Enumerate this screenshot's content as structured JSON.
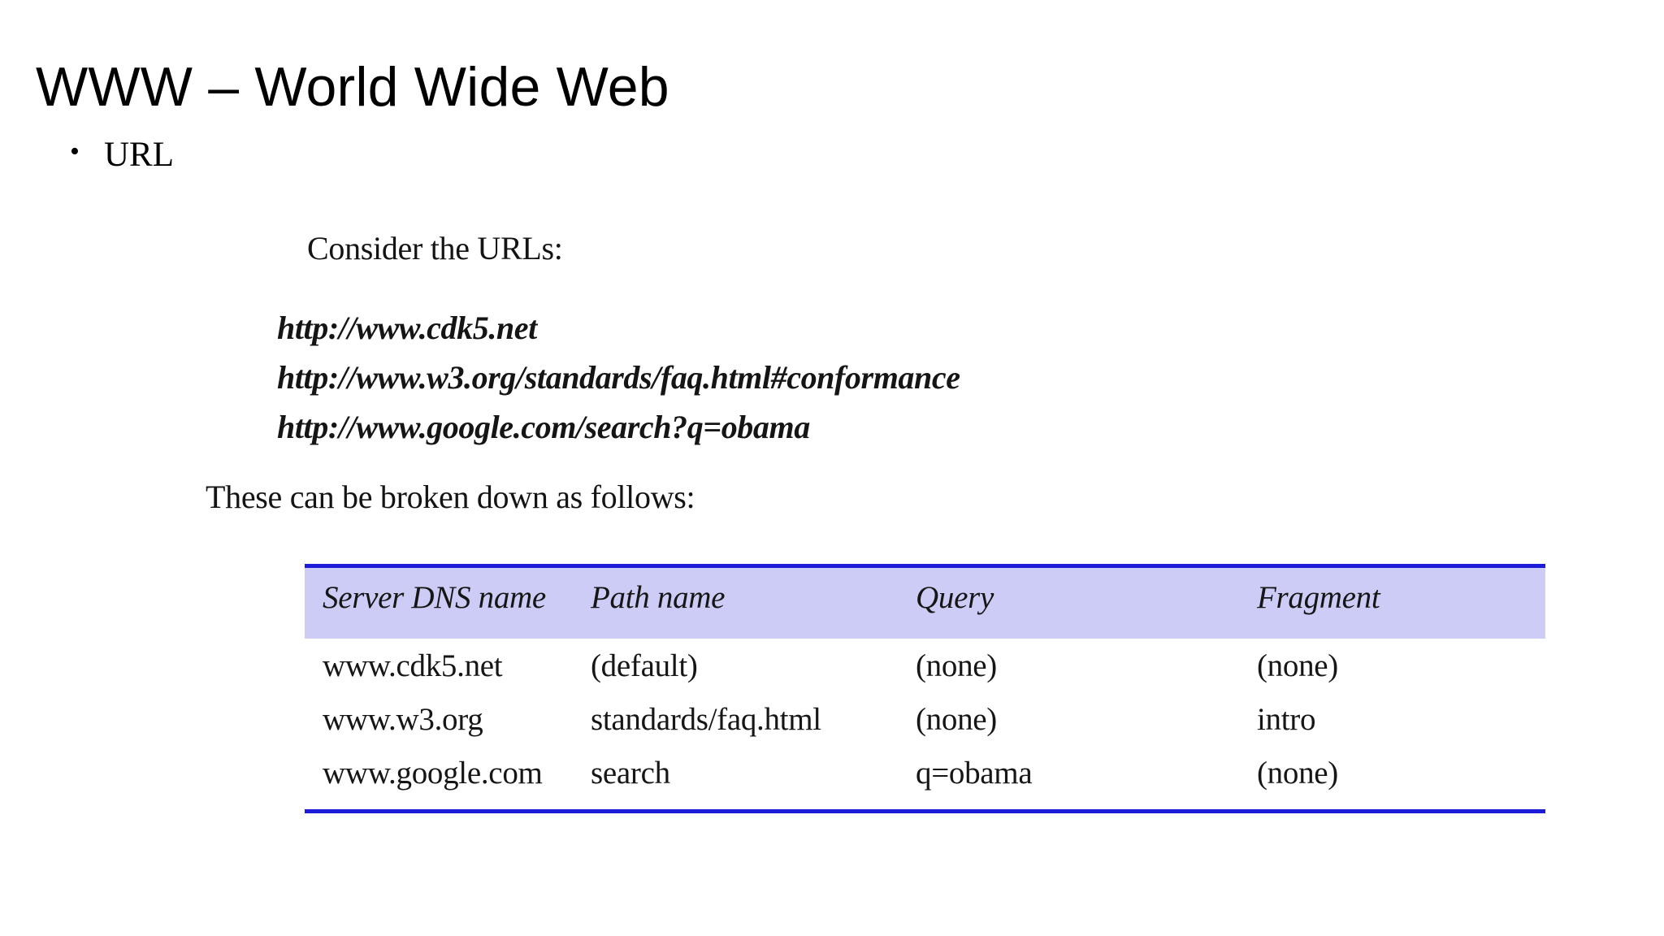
{
  "slide": {
    "title": "WWW – World Wide Web",
    "bullets": [
      {
        "label": "URL"
      }
    ]
  },
  "figure": {
    "intro": "Consider the URLs:",
    "urls": [
      "http://www.cdk5.net",
      "http://www.w3.org/standards/faq.html#conformance",
      "http://www.google.com/search?q=obama"
    ],
    "note": "These can be broken down as follows:",
    "table": {
      "headers": [
        "Server DNS name",
        "Path name",
        "Query",
        "Fragment"
      ],
      "rows": [
        [
          "www.cdk5.net",
          "(default)",
          "(none)",
          "(none)"
        ],
        [
          "www.w3.org",
          "standards/faq.html",
          "(none)",
          "intro"
        ],
        [
          "www.google.com",
          "search",
          "q=obama",
          "(none)"
        ]
      ]
    }
  },
  "colors": {
    "header_fill": "#ccccf6",
    "rule_blue": "#1b1bd8",
    "text": "#000000",
    "background": "#ffffff"
  }
}
